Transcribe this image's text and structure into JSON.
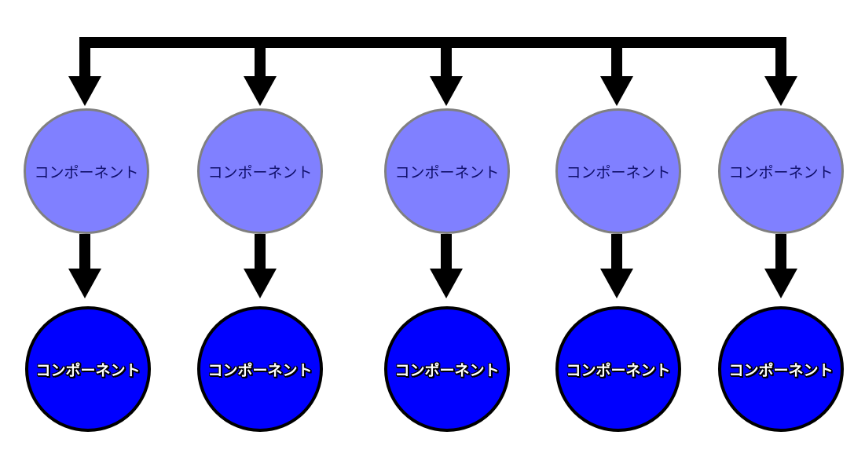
{
  "diagram": {
    "top_row": {
      "fill": "#8080ff",
      "border": "#808080",
      "nodes": [
        {
          "label": "コンポーネント"
        },
        {
          "label": "コンポーネント"
        },
        {
          "label": "コンポーネント"
        },
        {
          "label": "コンポーネント"
        },
        {
          "label": "コンポーネント"
        }
      ]
    },
    "bottom_row": {
      "fill": "#0000ff",
      "border": "#000000",
      "nodes": [
        {
          "label": "コンポーネント"
        },
        {
          "label": "コンポーネント"
        },
        {
          "label": "コンポーネント"
        },
        {
          "label": "コンポーネント"
        },
        {
          "label": "コンポーネント"
        }
      ]
    },
    "arrow_color": "#000000"
  }
}
